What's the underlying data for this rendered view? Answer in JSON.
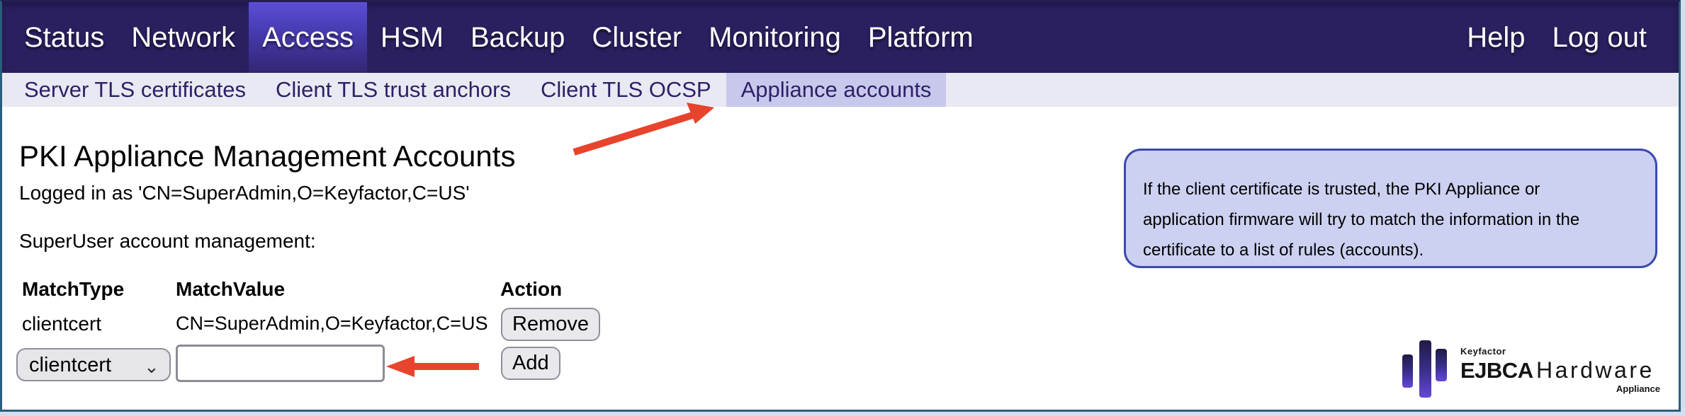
{
  "nav": {
    "items": [
      "Status",
      "Network",
      "Access",
      "HSM",
      "Backup",
      "Cluster",
      "Monitoring",
      "Platform"
    ],
    "active_item": "Access",
    "help_label": "Help",
    "logout_label": "Log out"
  },
  "subnav": {
    "items": [
      "Server TLS certificates",
      "Client TLS trust anchors",
      "Client TLS OCSP",
      "Appliance accounts"
    ],
    "active_item": "Appliance accounts"
  },
  "main": {
    "title": "PKI Appliance Management Accounts",
    "logged_in": "Logged in as 'CN=SuperAdmin,O=Keyfactor,C=US'",
    "section_label": "SuperUser account management:",
    "table": {
      "headers": [
        "MatchType",
        "MatchValue",
        "Action"
      ],
      "rows": [
        {
          "match_type": "clientcert",
          "match_value": "CN=SuperAdmin,O=Keyfactor,C=US",
          "action_label": "Remove"
        }
      ],
      "add_row": {
        "select_value": "clientcert",
        "input_value": "",
        "add_label": "Add"
      }
    }
  },
  "info_box": {
    "lines": [
      "If the client certificate is trusted, the PKI Appliance or",
      "application firmware will try to match the information in the",
      "certificate to a list of rules (accounts)."
    ]
  },
  "logo": {
    "brand": "Keyfactor",
    "product_bold": "EJBCA",
    "product_regular": "Hardware",
    "sub_label": "Appliance"
  },
  "colors": {
    "nav_background": "#2a1f5f",
    "nav_active_gradient_top": "#5b4ed6",
    "subnav_background": "#e9e9f3",
    "subnav_active_background": "#c8c8ec",
    "subnav_text": "#2d2168",
    "info_box_background": "#ccd1f1",
    "info_box_border": "#3a49b0",
    "annotation_arrow": "#e8432c",
    "window_border": "#2b5d7c"
  }
}
